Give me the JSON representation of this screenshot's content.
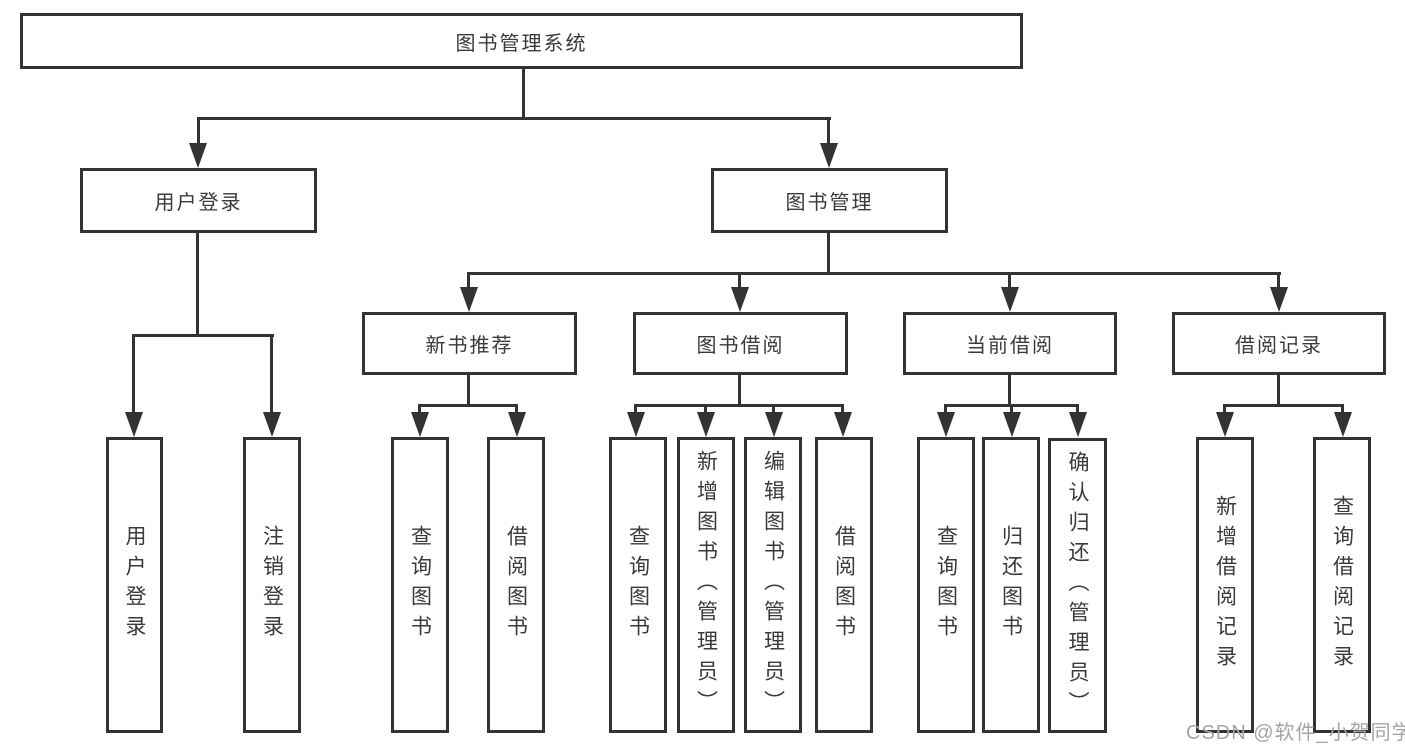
{
  "tree": {
    "label": "图书管理系统",
    "children": [
      {
        "label": "用户登录",
        "children": [
          {
            "label": "用户登录"
          },
          {
            "label": "注销登录"
          }
        ]
      },
      {
        "label": "图书管理",
        "children": [
          {
            "label": "新书推荐",
            "children": [
              {
                "label": "查询图书"
              },
              {
                "label": "借阅图书"
              }
            ]
          },
          {
            "label": "图书借阅",
            "children": [
              {
                "label": "查询图书"
              },
              {
                "label": "新增图书（管理员）"
              },
              {
                "label": "编辑图书（管理员）"
              },
              {
                "label": "借阅图书"
              }
            ]
          },
          {
            "label": "当前借阅",
            "children": [
              {
                "label": "查询图书"
              },
              {
                "label": "归还图书"
              },
              {
                "label": "确认归还（管理员）"
              }
            ]
          },
          {
            "label": "借阅记录",
            "children": [
              {
                "label": "新增借阅记录"
              },
              {
                "label": "查询借阅记录"
              }
            ]
          }
        ]
      }
    ]
  },
  "watermark": "CSDN @软件_小贺同学",
  "colors": {
    "line": "#333333",
    "text": "#3a3a3a",
    "watermark": "#a5a5a5",
    "background": "#ffffff"
  }
}
